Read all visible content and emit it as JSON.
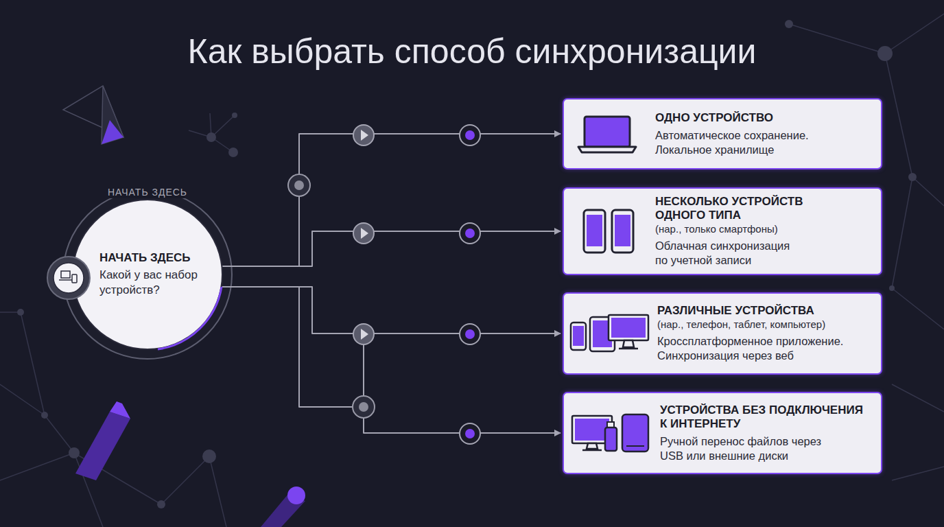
{
  "diagram": {
    "title": "Как выбрать способ синхронизации",
    "nodes": [
      {
        "text": [
          "НАЧАТЬ ЗДЕСЬ",
          "НАЧАТЬ ЗДЕСЬ",
          "Какой у вас набор устройств?"
        ]
      },
      {
        "text": [
          "ОДНО УСТРОЙСТВО",
          "Автоматическое сохранение. Локальное хранилище"
        ]
      },
      {
        "text": [
          "НЕСКОЛЬКО УСТРОЙСТВ ОДНОГО ТИПА",
          "(нар., только смартфоны)",
          "Облачная синхронизация по учетной записи"
        ]
      },
      {
        "text": [
          "РАЗЛИЧНЫЕ УСТРОЙСТВА",
          "(нар., телефон, таблет, компьютер)",
          "Кроссплатформенное приложение. Синхронизация через веб"
        ]
      },
      {
        "text": [
          "УСТРОЙСТВА БЕЗ ПОДКЛЮЧЕНИЯ К ИНТЕРНЕТУ",
          "Ручной перенос файлов через USB или внешние диски"
        ]
      }
    ],
    "edges": [
      {
        "from": 0,
        "to": 1,
        "arrow": "to"
      },
      {
        "from": 0,
        "to": 2,
        "arrow": "to"
      },
      {
        "from": 0,
        "to": 3,
        "arrow": "to"
      },
      {
        "from": 0,
        "to": 4,
        "arrow": "to"
      }
    ]
  }
}
